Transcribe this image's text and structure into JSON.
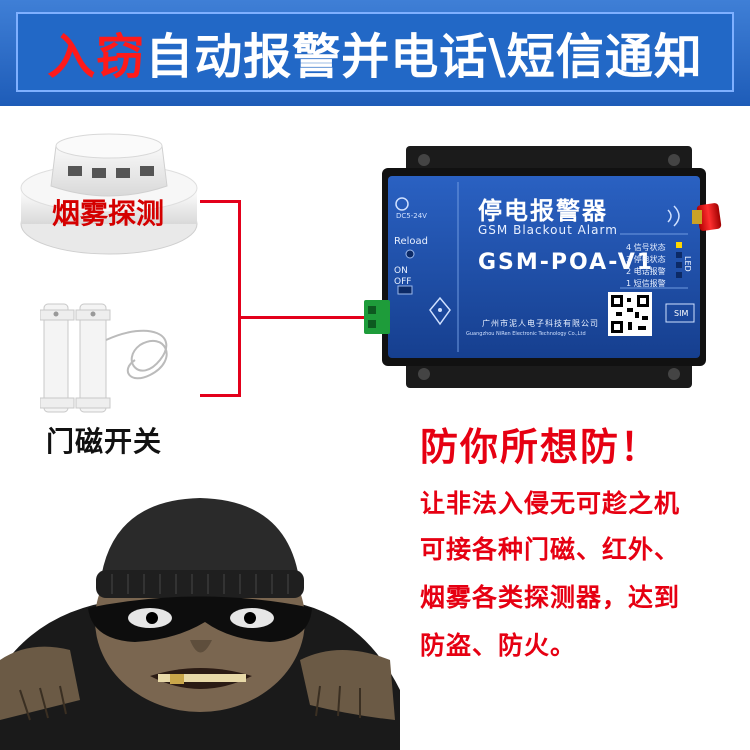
{
  "banner": {
    "title_red": "入窃",
    "title_white": "自动报警并电话\\短信通知"
  },
  "smoke_detector": {
    "label": "烟雾探测"
  },
  "door_sensor": {
    "label": "门磁开关"
  },
  "device": {
    "name_cn": "停电报警器",
    "name_en": "GSM Blackout Alarm",
    "model": "GSM-POA-V1",
    "dc_label": "DC5-24V",
    "reload_label": "Reload",
    "on_label": "ON",
    "off_label": "OFF",
    "company_cn": "广州市泥人电子科技有限公司",
    "company_en": "Guangzhou NiRen Electronic Technology Co.,Ltd",
    "sim_label": "SIM",
    "led_title": "LED",
    "led_items": [
      "4 信号状态",
      "3 停电状态",
      "2 电话报警",
      "1 短信报警"
    ]
  },
  "slogan": "防你所想防！",
  "description_lines": [
    "让非法入侵无可趁之机",
    "可接各种门磁、红外、",
    "烟雾各类探测器，达到",
    "防盗、防火。"
  ],
  "colors": {
    "banner_blue": "#2268c6",
    "accent_red": "#e60012",
    "device_blue": "#1c4fa8"
  },
  "icons": [
    "smoke-detector-image",
    "door-magnetic-switch-image",
    "alarm-device-image",
    "qr-code",
    "antenna",
    "thief-illustration"
  ]
}
